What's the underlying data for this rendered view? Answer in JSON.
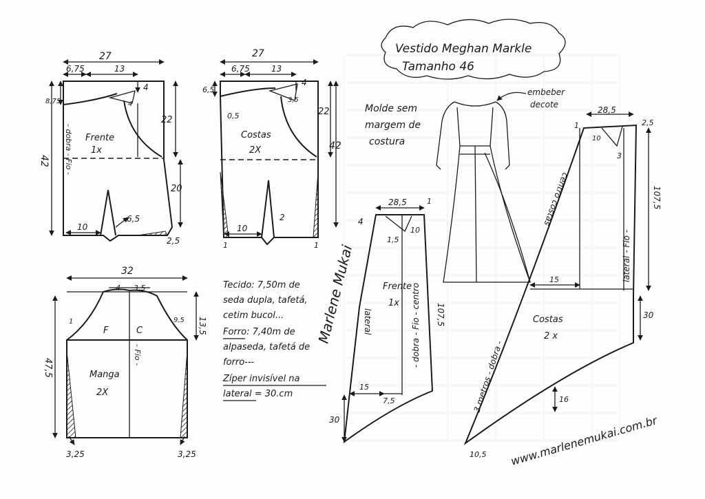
{
  "title": {
    "line1": "Vestido Meghan Markle",
    "line2": "Tamanho 46"
  },
  "note_margin": {
    "line1": "Molde sem",
    "line2": "margem de",
    "line3": "costura"
  },
  "note_decote": {
    "line1": "embeber",
    "line2": "decote"
  },
  "frente": {
    "width": "27",
    "d1": "6,75",
    "d2": "13",
    "d3": "4",
    "d4": "8,75",
    "d5": "4",
    "height": "42",
    "side1": "22",
    "side2": "20",
    "dart": "6,5",
    "base": "10",
    "bottom": "2,5",
    "label": "Frente",
    "qty": "1x",
    "fold": "- dobra - Fio -"
  },
  "costas": {
    "width": "27",
    "d1": "6,75",
    "d2": "13",
    "d3": "4",
    "d4": "6,5",
    "d5": "3,5",
    "d6": "0,5",
    "side1": "22",
    "height": "42",
    "dart": "2",
    "base": "10",
    "c1": "1",
    "c2": "1",
    "label": "Costas",
    "qty": "2X"
  },
  "manga": {
    "width": "32",
    "cap1": "4",
    "cap2": "3,5",
    "left": "1",
    "right": "9,5",
    "capH": "13,5",
    "height": "47,5",
    "lbl_f": "F",
    "lbl_c": "C",
    "fio": "- Fio -",
    "label": "Manga",
    "qty": "2X",
    "b1": "3,25",
    "b2": "3,25"
  },
  "fabric": {
    "l1": "Tecido: 7,50m de",
    "l2": "seda dupla, tafetá,",
    "l3": "cetim bucol...",
    "l4": "Forro: 7,40m de",
    "l5": "alpaseda, tafetá de",
    "l6": "forro---",
    "l7": "Zíper invisível na",
    "l8": "lateral = 30.cm"
  },
  "skirt_front": {
    "width": "28,5",
    "left": "4",
    "right": "1",
    "dart": "1,5",
    "dart2": "10",
    "length": "107,5",
    "label": "Frente",
    "qty": "1x",
    "lateral": "lateral",
    "centro": "- dobra - Fio - centro",
    "w15": "15",
    "w75": "7,5",
    "zip": "30"
  },
  "skirt_back": {
    "width": "28,5",
    "left": "1",
    "right": "2,5",
    "dart": "10",
    "dart2": "3",
    "length": "107,5",
    "centro": "centro costas",
    "lateral": "lateral - Fio -",
    "w15": "15",
    "zip": "30",
    "label": "Costas",
    "qty": "2 x",
    "metros": "3 metros - dobra -",
    "hem": "16",
    "bottom": "10,5"
  },
  "signature": "Marlene Mukai",
  "website": "www.marlenemukai.com.br"
}
